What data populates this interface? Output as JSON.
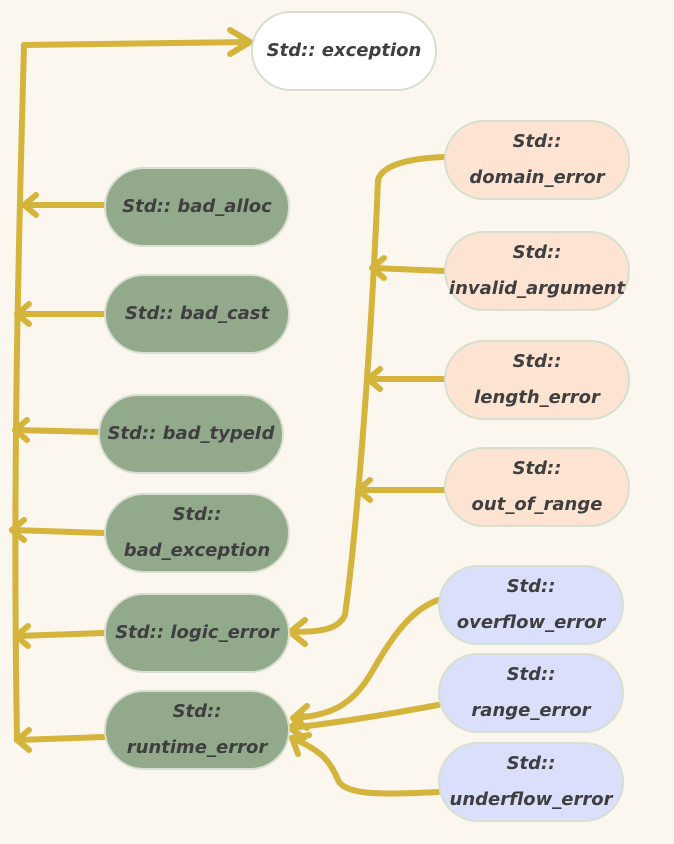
{
  "diagram": {
    "colors": {
      "background": "#fbf6ee",
      "arrow": "#d4b43a",
      "root_fill": "#ffffff",
      "std_fill": "#92a98c",
      "logic_fill": "#fde4d2",
      "runtime_fill": "#dadffb"
    },
    "nodes": {
      "exception": {
        "label": "Std:: exception"
      },
      "bad_alloc": {
        "label": "Std:: bad_alloc"
      },
      "bad_cast": {
        "label": "Std:: bad_cast"
      },
      "bad_typeid": {
        "label": "Std:: bad_typeId"
      },
      "bad_exception": {
        "line1": "Std::",
        "line2": "bad_exception"
      },
      "logic_error": {
        "label": "Std:: logic_error"
      },
      "runtime_error": {
        "line1": "Std::",
        "line2": "runtime_error"
      },
      "domain_error": {
        "label": "Std:: domain_error"
      },
      "invalid_argument": {
        "line1": "Std::",
        "line2": "invalid_argument"
      },
      "length_error": {
        "label": "Std:: length_error"
      },
      "out_of_range": {
        "label": "Std:: out_of_range"
      },
      "overflow_error": {
        "line1": "Std::",
        "line2": "overflow_error"
      },
      "range_error": {
        "label": "Std:: range_error"
      },
      "underflow_error": {
        "line1": "Std::",
        "line2": "underflow_error"
      }
    },
    "edges": [
      {
        "from": "bad_alloc",
        "to": "exception"
      },
      {
        "from": "bad_cast",
        "to": "exception"
      },
      {
        "from": "bad_typeid",
        "to": "exception"
      },
      {
        "from": "bad_exception",
        "to": "exception"
      },
      {
        "from": "logic_error",
        "to": "exception"
      },
      {
        "from": "runtime_error",
        "to": "exception"
      },
      {
        "from": "domain_error",
        "to": "logic_error"
      },
      {
        "from": "invalid_argument",
        "to": "logic_error"
      },
      {
        "from": "length_error",
        "to": "logic_error"
      },
      {
        "from": "out_of_range",
        "to": "logic_error"
      },
      {
        "from": "overflow_error",
        "to": "runtime_error"
      },
      {
        "from": "range_error",
        "to": "runtime_error"
      },
      {
        "from": "underflow_error",
        "to": "runtime_error"
      }
    ]
  }
}
